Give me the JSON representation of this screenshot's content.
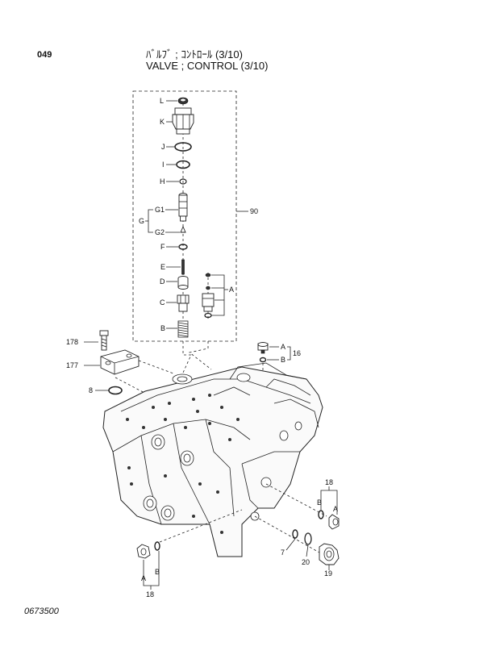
{
  "header": {
    "page_number": "049",
    "title_jp": "ﾊﾞﾙﾌﾞ ; ｺﾝﾄﾛｰﾙ (3/10)",
    "title_en": "VALVE ; CONTROL (3/10)"
  },
  "footer": {
    "drawing_number": "0673500"
  },
  "callouts": {
    "L": "L",
    "K": "K",
    "J": "J",
    "I": "I",
    "H": "H",
    "G1": "G1",
    "G": "G",
    "G2": "G2",
    "F": "F",
    "E": "E",
    "D": "D",
    "C": "C",
    "B": "B",
    "A": "A",
    "A2": "A",
    "B2": "B",
    "A3": "A",
    "B3": "B",
    "A4": "A",
    "B4": "B",
    "p90": "90",
    "p16": "16",
    "p178": "178",
    "p177": "177",
    "p8": "8",
    "p18a": "18",
    "p18b": "18",
    "p7": "7",
    "p20": "20",
    "p19": "19"
  }
}
